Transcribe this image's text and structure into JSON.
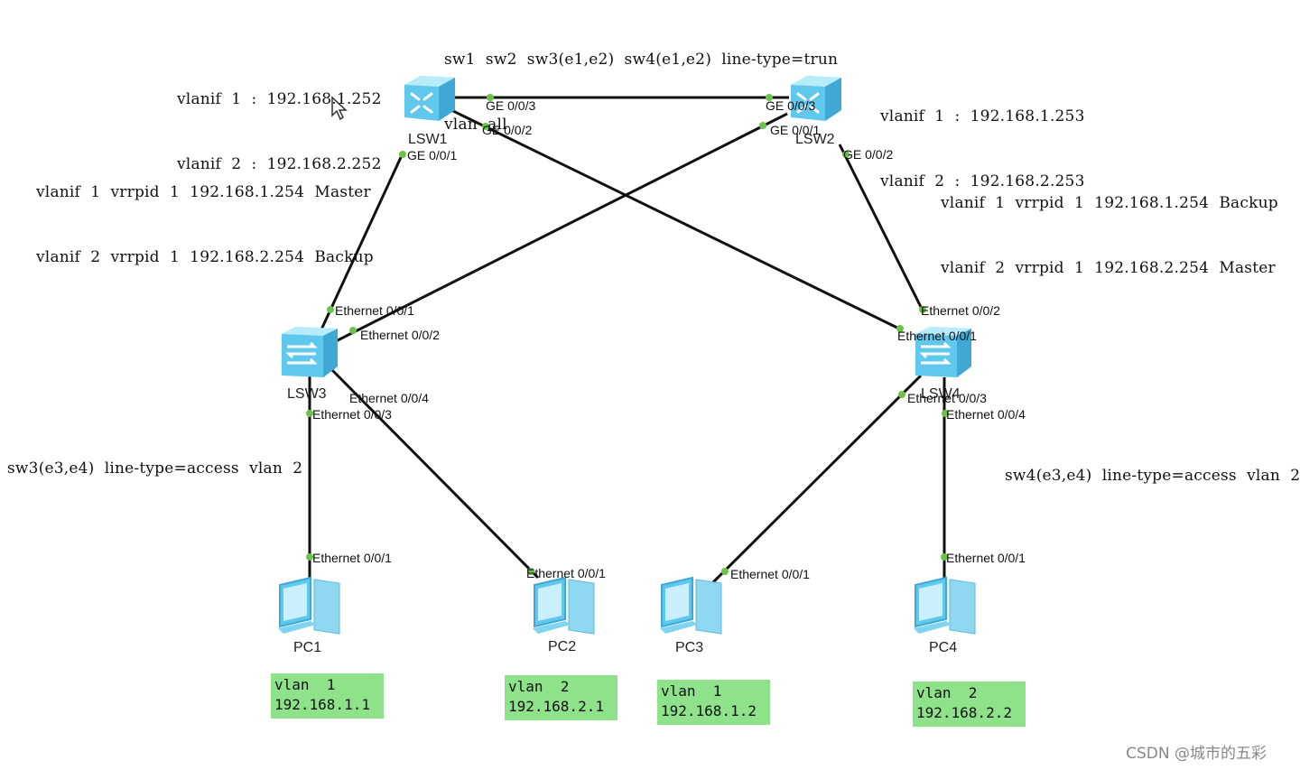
{
  "header_note": {
    "line1": "sw1  sw2  sw3(e1,e2)  sw4(e1,e2)  line-type=trun",
    "line2": "vlan  all"
  },
  "lsw1_ip_note": {
    "line1": "vlanif  1  :  192.168.1.252",
    "line2": "vlanif  2  :  192.168.2.252"
  },
  "lsw1_vrrp_note": {
    "line1": "vlanif  1  vrrpid  1  192.168.1.254  Master",
    "line2": "vlanif  2  vrrpid  1  192.168.2.254  Backup"
  },
  "lsw2_ip_note": {
    "line1": "vlanif  1  :  192.168.1.253",
    "line2": "vlanif  2  :  192.168.2.253"
  },
  "lsw2_vrrp_note": {
    "line1": "vlanif  1  vrrpid  1  192.168.1.254  Backup",
    "line2": "vlanif  2  vrrpid  1  192.168.2.254  Master"
  },
  "sw3_access_note": "sw3(e3,e4)  line-type=access  vlan  2",
  "sw4_access_note": "sw4(e3,e4)  line-type=access  vlan  2",
  "devices": {
    "lsw1": "LSW1",
    "lsw2": "LSW2",
    "lsw3": "LSW3",
    "lsw4": "LSW4",
    "pc1": "PC1",
    "pc2": "PC2",
    "pc3": "PC3",
    "pc4": "PC4"
  },
  "ports": {
    "lsw1_ge003": "GE 0/0/3",
    "lsw1_ge002": "GE 0/0/2",
    "lsw1_ge001": "GE 0/0/1",
    "lsw2_ge003": "GE 0/0/3",
    "lsw2_ge001": "GE 0/0/1",
    "lsw2_ge002": "GE 0/0/2",
    "lsw3_e001": "Ethernet 0/0/1",
    "lsw3_e002": "Ethernet 0/0/2",
    "lsw3_e004": "Ethernet 0/0/4",
    "lsw3_e003": "Ethernet 0/0/3",
    "lsw4_e002": "Ethernet 0/0/2",
    "lsw4_e001": "Ethernet 0/0/1",
    "lsw4_e003": "Ethernet 0/0/3",
    "lsw4_e004": "Ethernet 0/0/4",
    "pc1_e001": "Ethernet 0/0/1",
    "pc2_e001": "Ethernet 0/0/1",
    "pc3_e001": "Ethernet 0/0/1",
    "pc4_e001": "Ethernet 0/0/1"
  },
  "pc_info": {
    "pc1": "vlan  1\n192.168.1.1",
    "pc2": "vlan  2\n192.168.2.1",
    "pc3": "vlan  1\n192.168.1.2",
    "pc4": "vlan  2\n192.168.2.2"
  },
  "watermark": "CSDN @城市的五彩",
  "colors": {
    "link": "#111111",
    "port_dot": "#6cc24a",
    "vlan_box": "#8ee28a",
    "device_blue": "#7fd4f0"
  }
}
